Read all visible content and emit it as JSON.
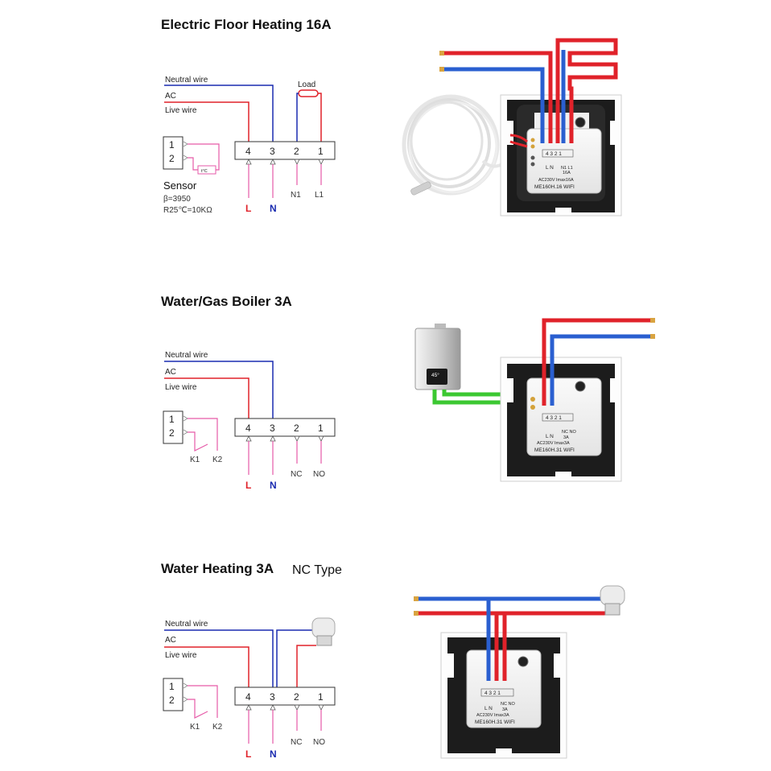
{
  "sections": [
    {
      "title": "Electric Floor Heating 16A",
      "subtitle": "",
      "wires": {
        "neutral": "Neutral wire",
        "ac": "AC",
        "live": "Live wire"
      },
      "terminals": [
        "4",
        "3",
        "2",
        "1"
      ],
      "bottom_labels": [
        "L",
        "N",
        "N1",
        "L1"
      ],
      "load_label": "Load",
      "sensor_inputs": [
        "1",
        "2"
      ],
      "sensor_symbol": "t°C",
      "sensor_title": "Sensor",
      "sensor_beta": "β=3950",
      "sensor_r25": "R25℃=10KΩ",
      "module": {
        "pins": "4 3 2 1",
        "rating": "AC230V Imax16A",
        "model": "ME160H.16 WIFI",
        "ln": "L N",
        "sub": "16A",
        "nl": "N1 L1"
      }
    },
    {
      "title": "Water/Gas Boiler 3A",
      "subtitle": "",
      "wires": {
        "neutral": "Neutral wire",
        "ac": "AC",
        "live": "Live wire"
      },
      "terminals": [
        "4",
        "3",
        "2",
        "1"
      ],
      "bottom_labels": [
        "L",
        "N",
        "NC",
        "NO"
      ],
      "sensor_inputs": [
        "1",
        "2"
      ],
      "relay_labels": [
        "K1",
        "K2"
      ],
      "boiler_display": "45°",
      "module": {
        "pins": "4 3 2 1",
        "rating": "AC230V Imax3A",
        "model": "ME160H.31 WIFI",
        "ln": "L N",
        "sub": "3A",
        "ncno": "NC NO"
      }
    },
    {
      "title": "Water Heating 3A",
      "subtitle": "NC Type",
      "wires": {
        "neutral": "Neutral wire",
        "ac": "AC",
        "live": "Live wire"
      },
      "terminals": [
        "4",
        "3",
        "2",
        "1"
      ],
      "bottom_labels": [
        "L",
        "N",
        "NC",
        "NO"
      ],
      "sensor_inputs": [
        "1",
        "2"
      ],
      "relay_labels": [
        "K1",
        "K2"
      ],
      "module": {
        "pins": "4 3 2 1",
        "rating": "AC230V Imax3A",
        "model": "ME160H.31 WIFI",
        "ln": "L N",
        "sub": "3A",
        "ncno": "NC NO"
      }
    }
  ],
  "colors": {
    "live": "#e0222a",
    "neutral": "#1a2bb0",
    "pink": "#e65aa8",
    "green": "#3cc832",
    "blue_wire": "#2a5fd0"
  }
}
